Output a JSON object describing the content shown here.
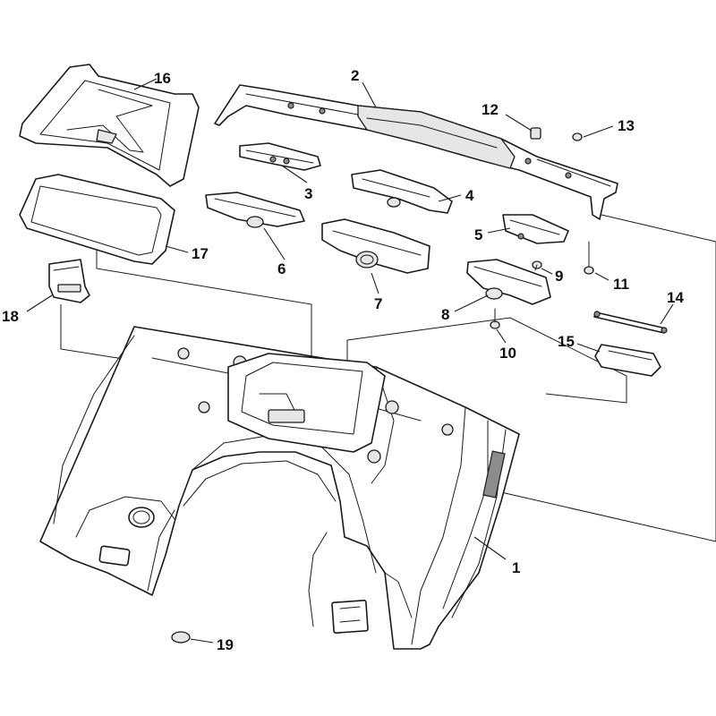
{
  "callouts": {
    "c1": "1",
    "c2": "2",
    "c3": "3",
    "c4": "4",
    "c5": "5",
    "c6": "6",
    "c7": "7",
    "c8": "8",
    "c9": "9",
    "c10": "10",
    "c11": "11",
    "c12": "12",
    "c13": "13",
    "c14": "14",
    "c15": "15",
    "c16": "16",
    "c17": "17",
    "c18": "18",
    "c19": "19"
  },
  "colors": {
    "line": "#1a1a1a",
    "fill": "#ffffff",
    "shade": "#e6e6e6"
  }
}
